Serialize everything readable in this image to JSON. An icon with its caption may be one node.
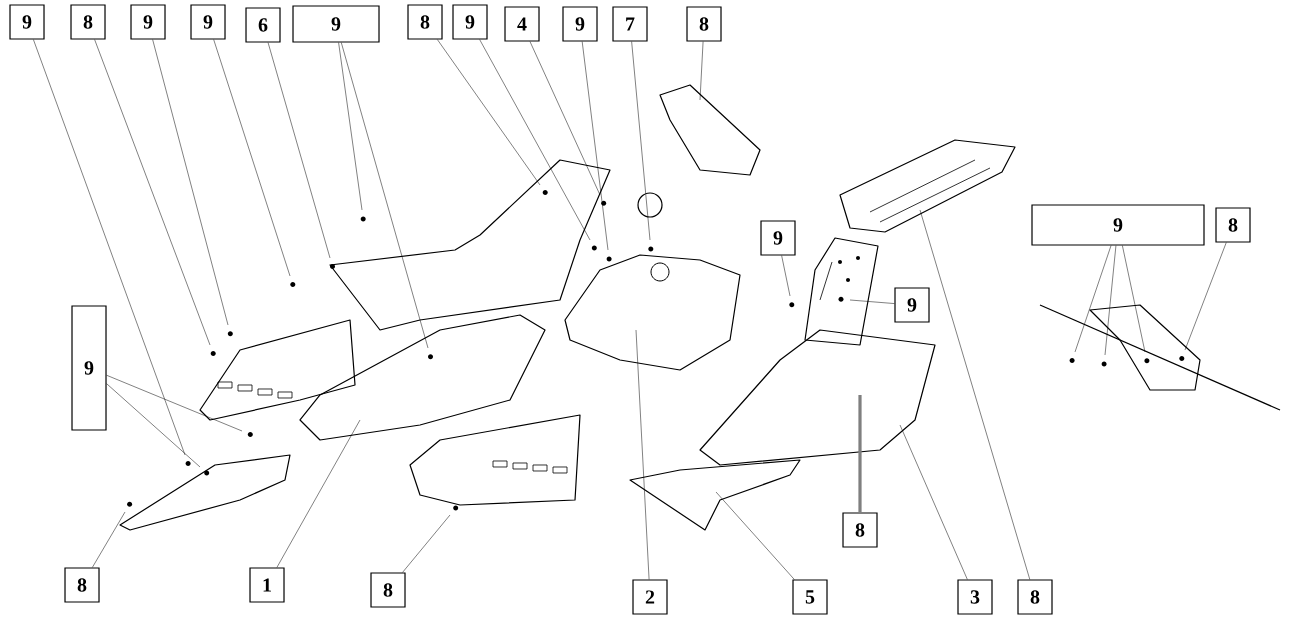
{
  "diagram": {
    "nodes": [
      {
        "text": [
          "9"
        ]
      },
      {
        "text": [
          "8"
        ]
      },
      {
        "text": [
          "9"
        ]
      },
      {
        "text": [
          "9"
        ]
      },
      {
        "text": [
          "6"
        ]
      },
      {
        "text": [
          "9"
        ]
      },
      {
        "text": [
          "8"
        ]
      },
      {
        "text": [
          "9"
        ]
      },
      {
        "text": [
          "4"
        ]
      },
      {
        "text": [
          "9"
        ]
      },
      {
        "text": [
          "7"
        ]
      },
      {
        "text": [
          "8"
        ]
      },
      {
        "text": [
          "9"
        ]
      },
      {
        "text": [
          "9"
        ]
      },
      {
        "text": [
          "9"
        ]
      },
      {
        "text": [
          "8"
        ]
      },
      {
        "text": [
          "9"
        ]
      },
      {
        "text": [
          "8"
        ]
      },
      {
        "text": [
          "1"
        ]
      },
      {
        "text": [
          "8"
        ]
      },
      {
        "text": [
          "2"
        ]
      },
      {
        "text": [
          "5"
        ]
      },
      {
        "text": [
          "8"
        ]
      },
      {
        "text": [
          "3"
        ]
      },
      {
        "text": [
          "8"
        ]
      }
    ],
    "edges": [
      {
        "from": 0,
        "to": null,
        "arrow": "none"
      },
      {
        "from": 1,
        "to": null,
        "arrow": "none"
      },
      {
        "from": 2,
        "to": null,
        "arrow": "none"
      },
      {
        "from": 3,
        "to": null,
        "arrow": "none"
      },
      {
        "from": 4,
        "to": null,
        "arrow": "none"
      },
      {
        "from": 5,
        "to": null,
        "arrow": "none"
      },
      {
        "from": 5,
        "to": null,
        "arrow": "none"
      },
      {
        "from": 6,
        "to": null,
        "arrow": "none"
      },
      {
        "from": 7,
        "to": null,
        "arrow": "none"
      },
      {
        "from": 8,
        "to": null,
        "arrow": "none"
      },
      {
        "from": 9,
        "to": null,
        "arrow": "none"
      },
      {
        "from": 10,
        "to": null,
        "arrow": "none"
      },
      {
        "from": 11,
        "to": null,
        "arrow": "none"
      },
      {
        "from": 12,
        "to": null,
        "arrow": "none"
      },
      {
        "from": 13,
        "to": null,
        "arrow": "none"
      },
      {
        "from": 14,
        "to": null,
        "arrow": "none"
      },
      {
        "from": 14,
        "to": null,
        "arrow": "none"
      },
      {
        "from": 14,
        "to": null,
        "arrow": "none"
      },
      {
        "from": 15,
        "to": null,
        "arrow": "none"
      },
      {
        "from": 16,
        "to": null,
        "arrow": "none"
      },
      {
        "from": 16,
        "to": null,
        "arrow": "none"
      },
      {
        "from": 17,
        "to": null,
        "arrow": "none"
      },
      {
        "from": 18,
        "to": null,
        "arrow": "none"
      },
      {
        "from": 19,
        "to": null,
        "arrow": "none"
      },
      {
        "from": 20,
        "to": null,
        "arrow": "none"
      },
      {
        "from": 21,
        "to": null,
        "arrow": "none"
      },
      {
        "from": 22,
        "to": null,
        "arrow": "none",
        "style": "thick",
        "color": "#7f7f7f"
      },
      {
        "from": 23,
        "to": null,
        "arrow": "none"
      },
      {
        "from": 24,
        "to": null,
        "arrow": "none"
      }
    ]
  }
}
